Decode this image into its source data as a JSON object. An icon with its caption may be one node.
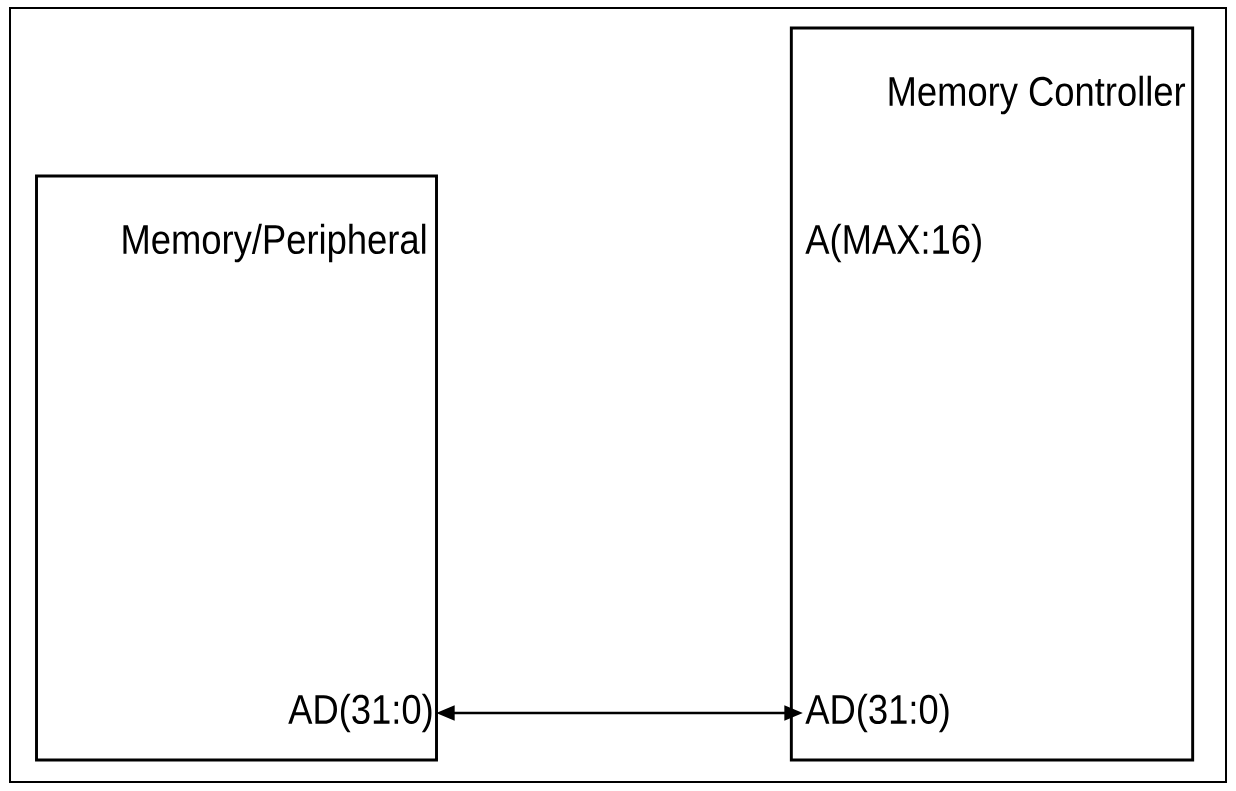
{
  "diagram": {
    "nodes": [
      {
        "text": [
          "Memory/Peripheral"
        ]
      },
      {
        "text": [
          "Memory Controller"
        ]
      },
      {
        "text": [
          "AD(31:0)"
        ],
        "in": 0
      },
      {
        "text": [
          "A(MAX:16)"
        ],
        "in": 1
      },
      {
        "text": [
          "AD(31:0)"
        ],
        "in": 1
      }
    ],
    "edges": [
      {
        "from": 2,
        "to": 4,
        "arrow": "both"
      }
    ]
  }
}
